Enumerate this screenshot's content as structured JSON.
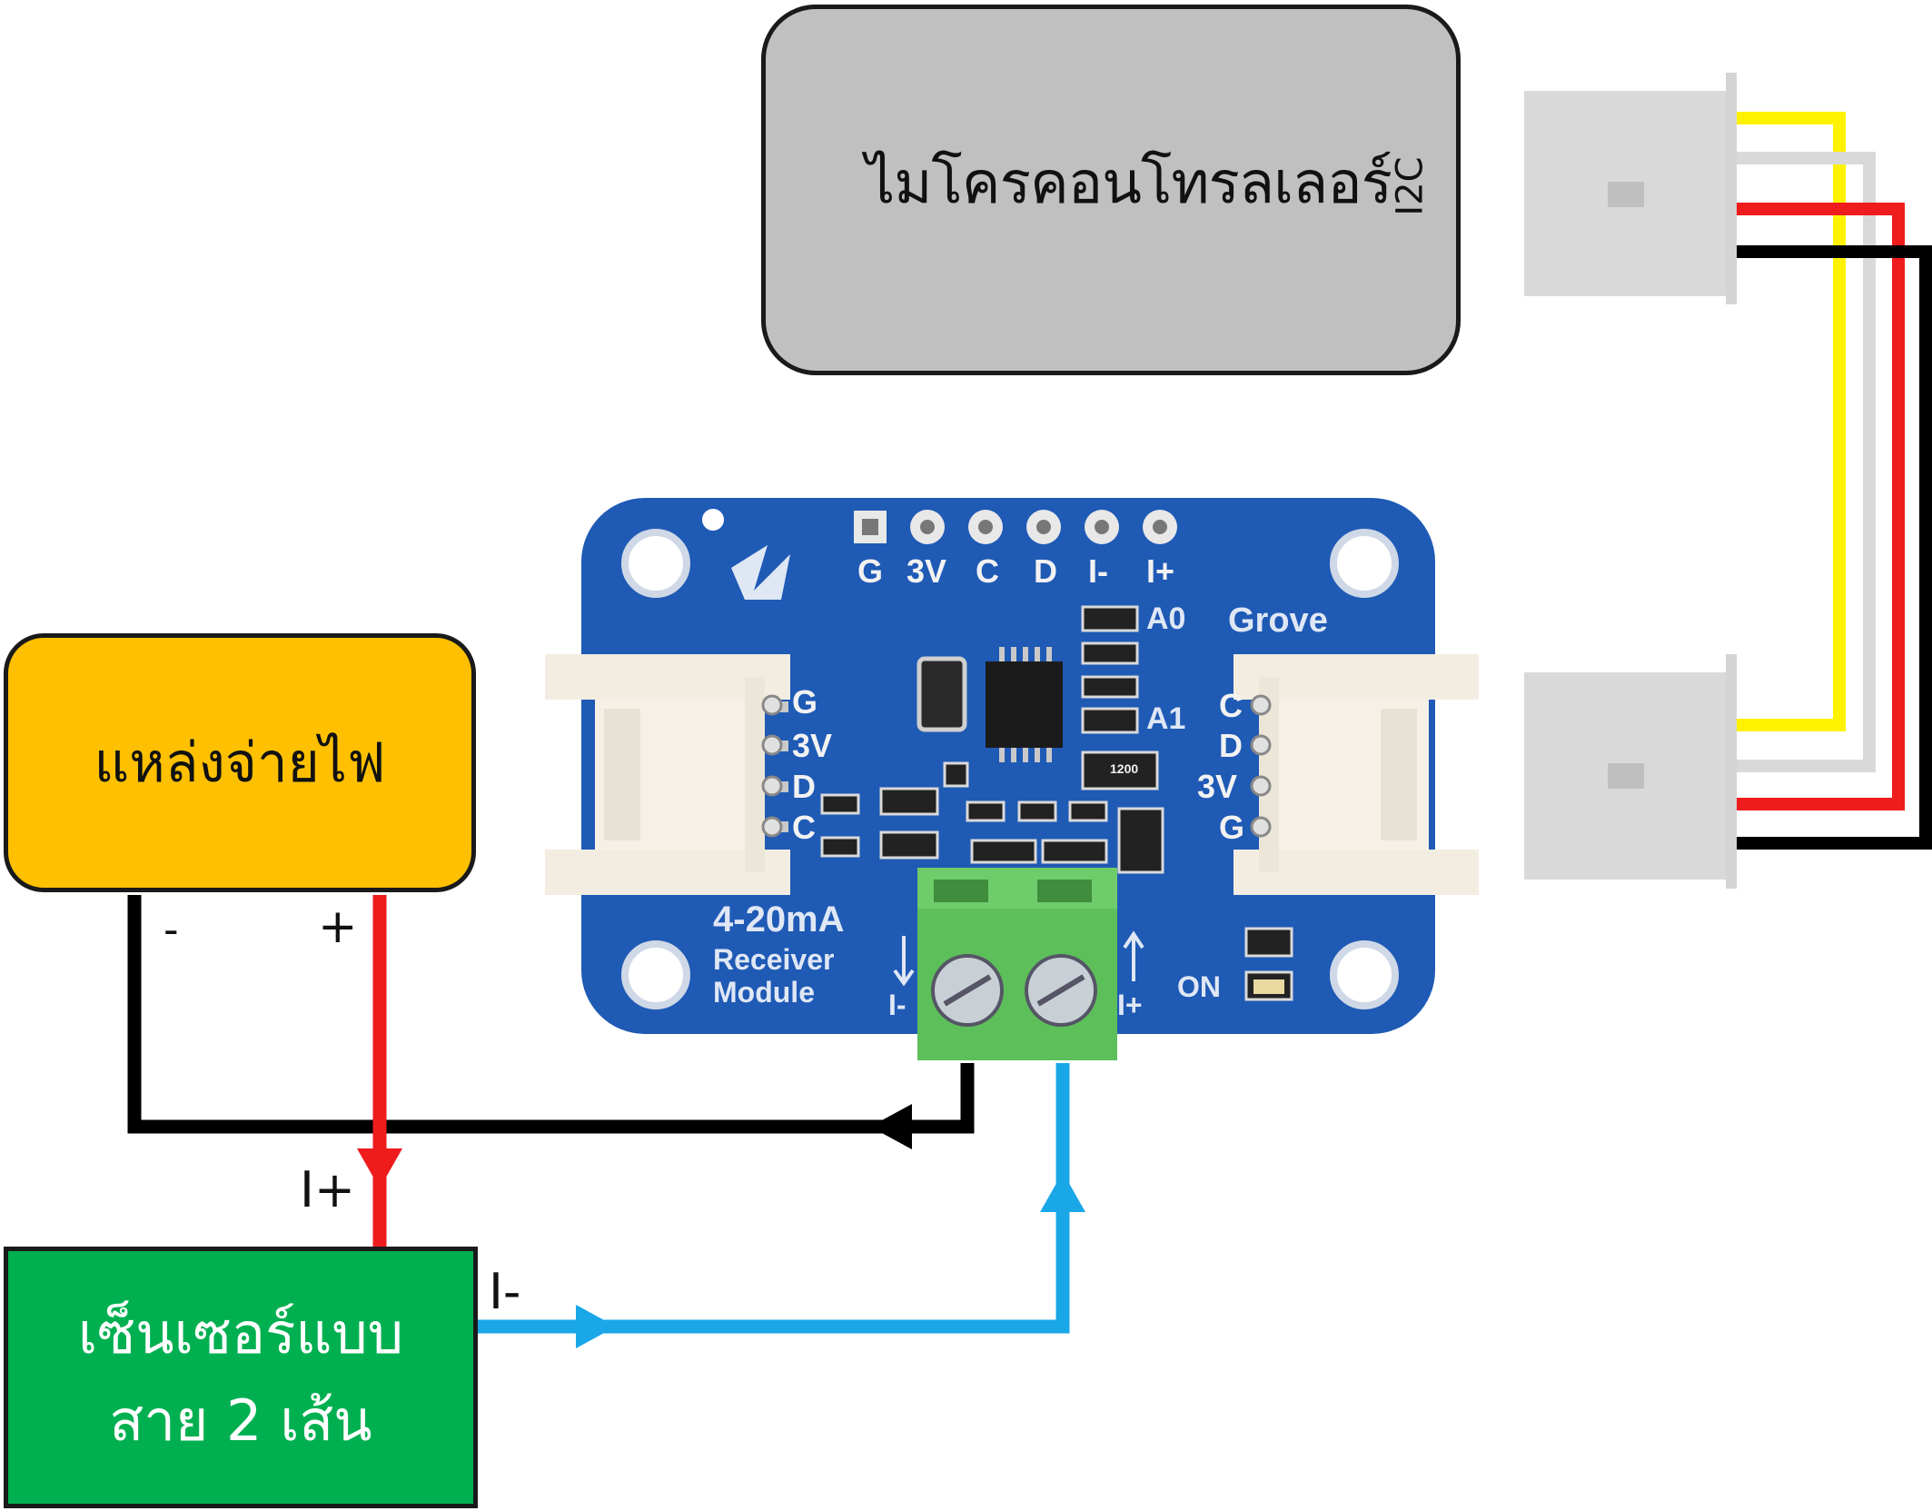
{
  "microcontroller": {
    "label": "ไมโครคอนโทรลเลอร์",
    "bus_label": "I2C"
  },
  "power_supply": {
    "label": "แหล่งจ่ายไฟ",
    "minus_label": "-",
    "plus_label": "+"
  },
  "sensor": {
    "line1": "เซ็นเซอร์แบบ",
    "line2": "สาย 2 เส้น"
  },
  "wire_labels": {
    "i_plus": "I+",
    "i_minus": "I-"
  },
  "module": {
    "header_pins": [
      "G",
      "3V",
      "C",
      "D",
      "I-",
      "I+"
    ],
    "left_connector_pins": [
      "G",
      "3V",
      "D",
      "C"
    ],
    "right_connector_pins": [
      "C",
      "D",
      "3V",
      "G"
    ],
    "grove_label": "Grove",
    "a0_label": "A0",
    "a1_label": "A1",
    "title": "4-20mA",
    "subtitle1": "Receiver",
    "subtitle2": "Module",
    "terminal_left": "I-",
    "terminal_right": "I+",
    "on_label": "ON",
    "resistor_code": "1200"
  },
  "colors": {
    "board": "#1f5ab5",
    "wire_power_plus": "#ee1c1c",
    "wire_ground": "#000000",
    "wire_signal": "#1aa7e8",
    "wire_yellow": "#fff200",
    "wire_white": "#d9d9d9",
    "terminal_block": "#5dbf5a",
    "microcontroller_box": "#c0c0c0",
    "power_box": "#fec000",
    "sensor_box": "#00b050"
  }
}
